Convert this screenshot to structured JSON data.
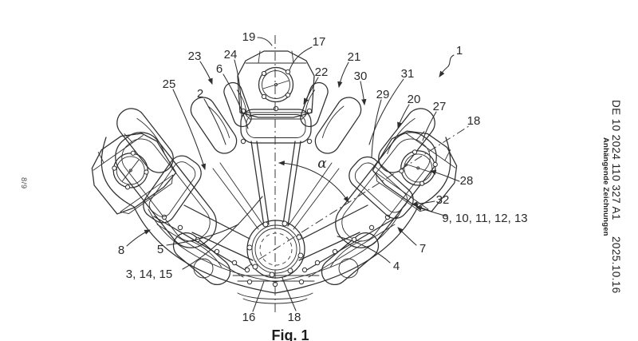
{
  "document": {
    "publication_number": "DE 10 2024 110 327 A1",
    "publication_date": "2025.10.16",
    "margin_note": "Anhängende Zeichnungen",
    "sheet_indicator": "8/9",
    "figure_caption": "Fig. 1"
  },
  "figure": {
    "angle_label": "α",
    "labels": [
      {
        "text": "19"
      },
      {
        "text": "17"
      },
      {
        "text": "23"
      },
      {
        "text": "24"
      },
      {
        "text": "6"
      },
      {
        "text": "2"
      },
      {
        "text": "25"
      },
      {
        "text": "21"
      },
      {
        "text": "22"
      },
      {
        "text": "30"
      },
      {
        "text": "31"
      },
      {
        "text": "29"
      },
      {
        "text": "20"
      },
      {
        "text": "27"
      },
      {
        "text": "18"
      },
      {
        "text": "28"
      },
      {
        "text": "32"
      },
      {
        "text": "9, 10, 11, 12, 13"
      },
      {
        "text": "7"
      },
      {
        "text": "4"
      },
      {
        "text": "8"
      },
      {
        "text": "5"
      },
      {
        "text": "3, 14, 15"
      },
      {
        "text": "16"
      },
      {
        "text": "18"
      },
      {
        "text": "1"
      }
    ]
  },
  "colors": {
    "ink": "#2e2e2e",
    "paper": "#ffffff"
  }
}
